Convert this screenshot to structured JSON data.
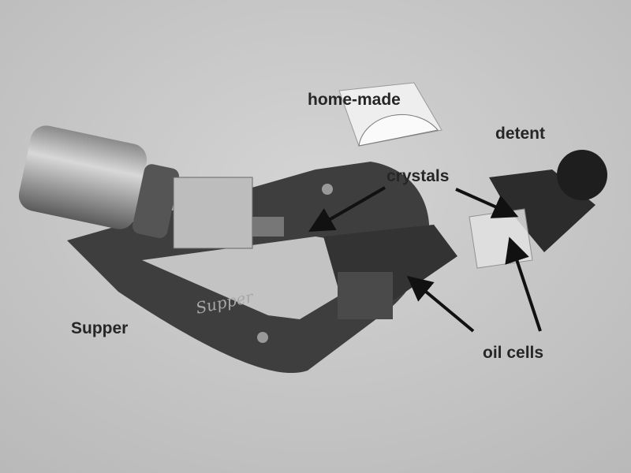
{
  "labels": {
    "home_made": "home-made",
    "detent": "detent",
    "crystals": "crystals",
    "supper": "Supper",
    "oil_cells": "oil cells"
  },
  "engraving": "Supper"
}
